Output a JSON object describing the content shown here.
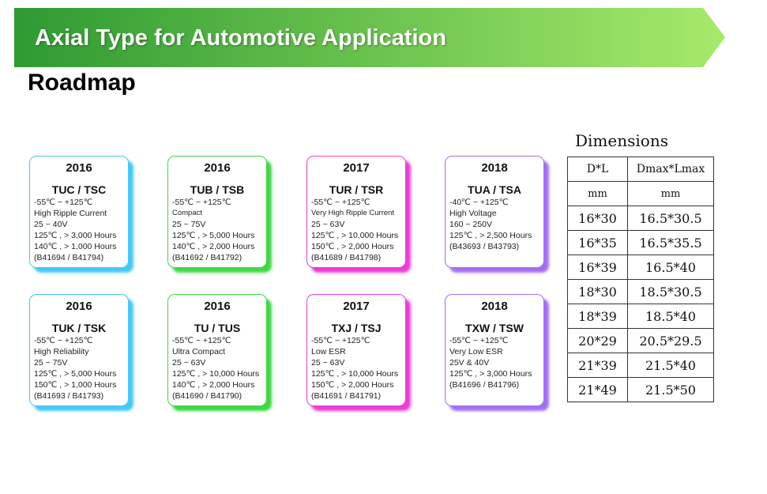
{
  "banner": {
    "title": "Axial Type for Automotive Application",
    "color_start": "#2e9a32",
    "color_end": "#a6ea6a"
  },
  "page_title": "Roadmap",
  "cards_row1": [
    {
      "year": "2016",
      "name": "TUC / TSC",
      "color": "#45c8f5",
      "lines": [
        "-55℃ ~ +125℃",
        "High Ripple Current",
        "25 ~ 40V",
        "125℃ , > 3,000 Hours",
        "140℃ , > 1,000 Hours",
        "(B41694 / B41794)"
      ]
    },
    {
      "year": "2016",
      "name": "TUB / TSB",
      "color": "#3fd744",
      "lines": [
        "-55℃ ~ +125℃",
        "Compact",
        "25 ~ 75V",
        "125℃ , > 5,000 Hours",
        "140℃ , > 2,000 Hours",
        "(B41692 / B41792)"
      ]
    },
    {
      "year": "2017",
      "name": "TUR / TSR",
      "color": "#ef3bd4",
      "lines": [
        "-55℃ ~ +125℃",
        "Very High Ripple Current",
        "25 ~ 63V",
        "125℃ , > 10,000 Hours",
        "150℃ , >  2,000 Hours",
        "(B41689 / B41798)"
      ]
    },
    {
      "year": "2018",
      "name": "TUA / TSA",
      "color": "#a46ef2",
      "lines": [
        "-40℃ ~ +125℃",
        "High Voltage",
        "160 ~ 250V",
        "125℃ , > 2,500 Hours",
        "(B43693 / B43793)"
      ]
    }
  ],
  "cards_row2": [
    {
      "year": "2016",
      "name": "TUK / TSK",
      "color": "#45c8f5",
      "lines": [
        "-55℃ ~ +125℃",
        "High Reliability",
        "25 ~ 75V",
        "125℃ , > 5,000 Hours",
        "150℃ , > 1,000 Hours",
        "(B41693 / B41793)"
      ]
    },
    {
      "year": "2016",
      "name": "TU / TUS",
      "color": "#3fd744",
      "lines": [
        "-55℃ ~ +125℃",
        "Ultra Compact",
        "25 ~ 63V",
        "125℃ , > 10,000 Hours",
        "140℃ , >  2,000 Hours",
        "(B41690 / B41790)"
      ]
    },
    {
      "year": "2017",
      "name": "TXJ / TSJ",
      "color": "#ef3bd4",
      "lines": [
        "-55℃ ~ +125℃",
        "Low ESR",
        "25 ~ 63V",
        "125℃ , > 10,000 Hours",
        "150℃ , >  2,000 Hours",
        "(B41691 / B41791)"
      ]
    },
    {
      "year": "2018",
      "name": "TXW / TSW",
      "color": "#a46ef2",
      "lines": [
        "-55℃ ~ +125℃",
        "Very Low ESR",
        "25V & 40V",
        "125℃ , > 3,000 Hours",
        "(B41696 / B41796)"
      ]
    }
  ],
  "dimensions": {
    "title": "Dimensions",
    "headers": [
      "D*L",
      "Dmax*Lmax"
    ],
    "units": [
      "mm",
      "mm"
    ],
    "rows": [
      [
        "16*30",
        "16.5*30.5"
      ],
      [
        "16*35",
        "16.5*35.5"
      ],
      [
        "16*39",
        "16.5*40"
      ],
      [
        "18*30",
        "18.5*30.5"
      ],
      [
        "18*39",
        "18.5*40"
      ],
      [
        "20*29",
        "20.5*29.5"
      ],
      [
        "21*39",
        "21.5*40"
      ],
      [
        "21*49",
        "21.5*50"
      ]
    ]
  }
}
